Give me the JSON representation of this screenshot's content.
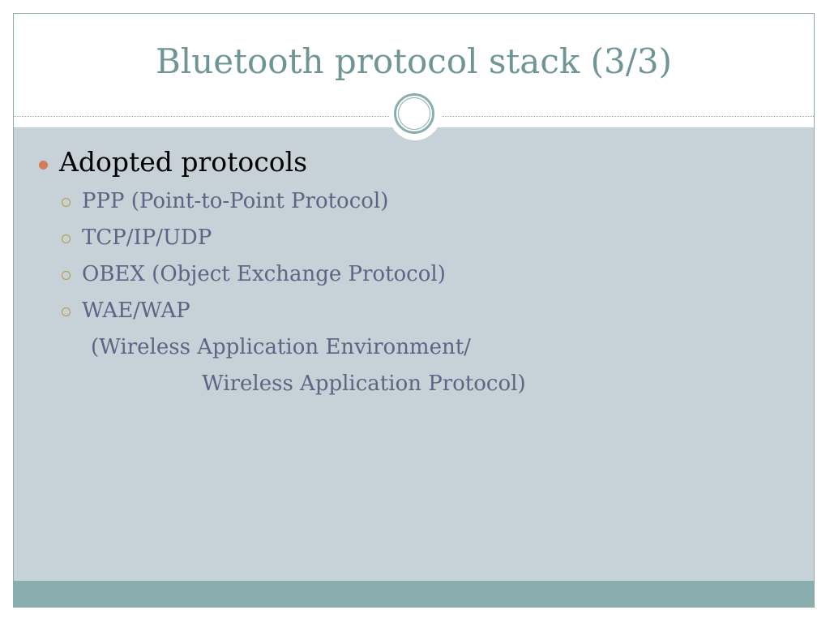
{
  "slide": {
    "title": "Bluetooth protocol stack (3/3)",
    "bullets": [
      {
        "text": "Adopted protocols",
        "subitems": [
          {
            "text": "PPP (Point-to-Point Protocol)"
          },
          {
            "text": "TCP/IP/UDP"
          },
          {
            "text": "OBEX (Object Exchange Protocol)"
          },
          {
            "text": "WAE/WAP"
          }
        ],
        "continuation_lines": [
          "(Wireless Application Environment/",
          "Wireless Application Protocol)"
        ]
      }
    ]
  },
  "colors": {
    "title": "#6f9595",
    "content_background": "#c6d1d8",
    "footer": "#8aadad",
    "level1_bullet": "#d77a5a",
    "level2_bullet": "#b59a3a",
    "level2_text": "#5a6684"
  },
  "icons": {
    "level1_bullet": "filled-circle-bullet-icon",
    "level2_bullet": "hollow-circle-bullet-icon",
    "title_ornament": "double-ring-ornament-icon"
  }
}
